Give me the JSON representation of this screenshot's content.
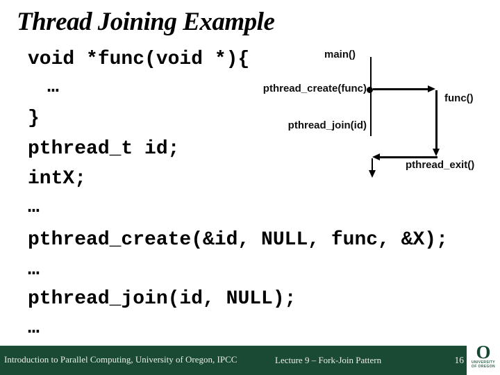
{
  "slide": {
    "title": "Thread Joining Example",
    "code_lines": [
      "void *func(void *){",
      "…",
      "}",
      "pthread_t id;",
      "intX;",
      "…",
      "pthread_create(&id, NULL, func, &X);",
      "…",
      "pthread_join(id, NULL);",
      "…"
    ],
    "diagram": {
      "main_label": "main()",
      "create_label": "pthread_create(func)",
      "func_label": "func()",
      "join_label": "pthread_join(id)",
      "exit_label": "pthread_exit()"
    },
    "footer": {
      "left_text": "Introduction to Parallel Computing, University of Oregon, IPCC",
      "center_text": "Lecture 9 – Fork-Join Pattern",
      "page_number": "16"
    },
    "logo": {
      "letter": "O",
      "line1": "UNIVERSITY",
      "line2": "OF OREGON"
    },
    "colors": {
      "footer_green": "#1a4a33",
      "logo_green": "#154733",
      "footer_text": "#e9efe9",
      "line_black": "#000000"
    }
  }
}
